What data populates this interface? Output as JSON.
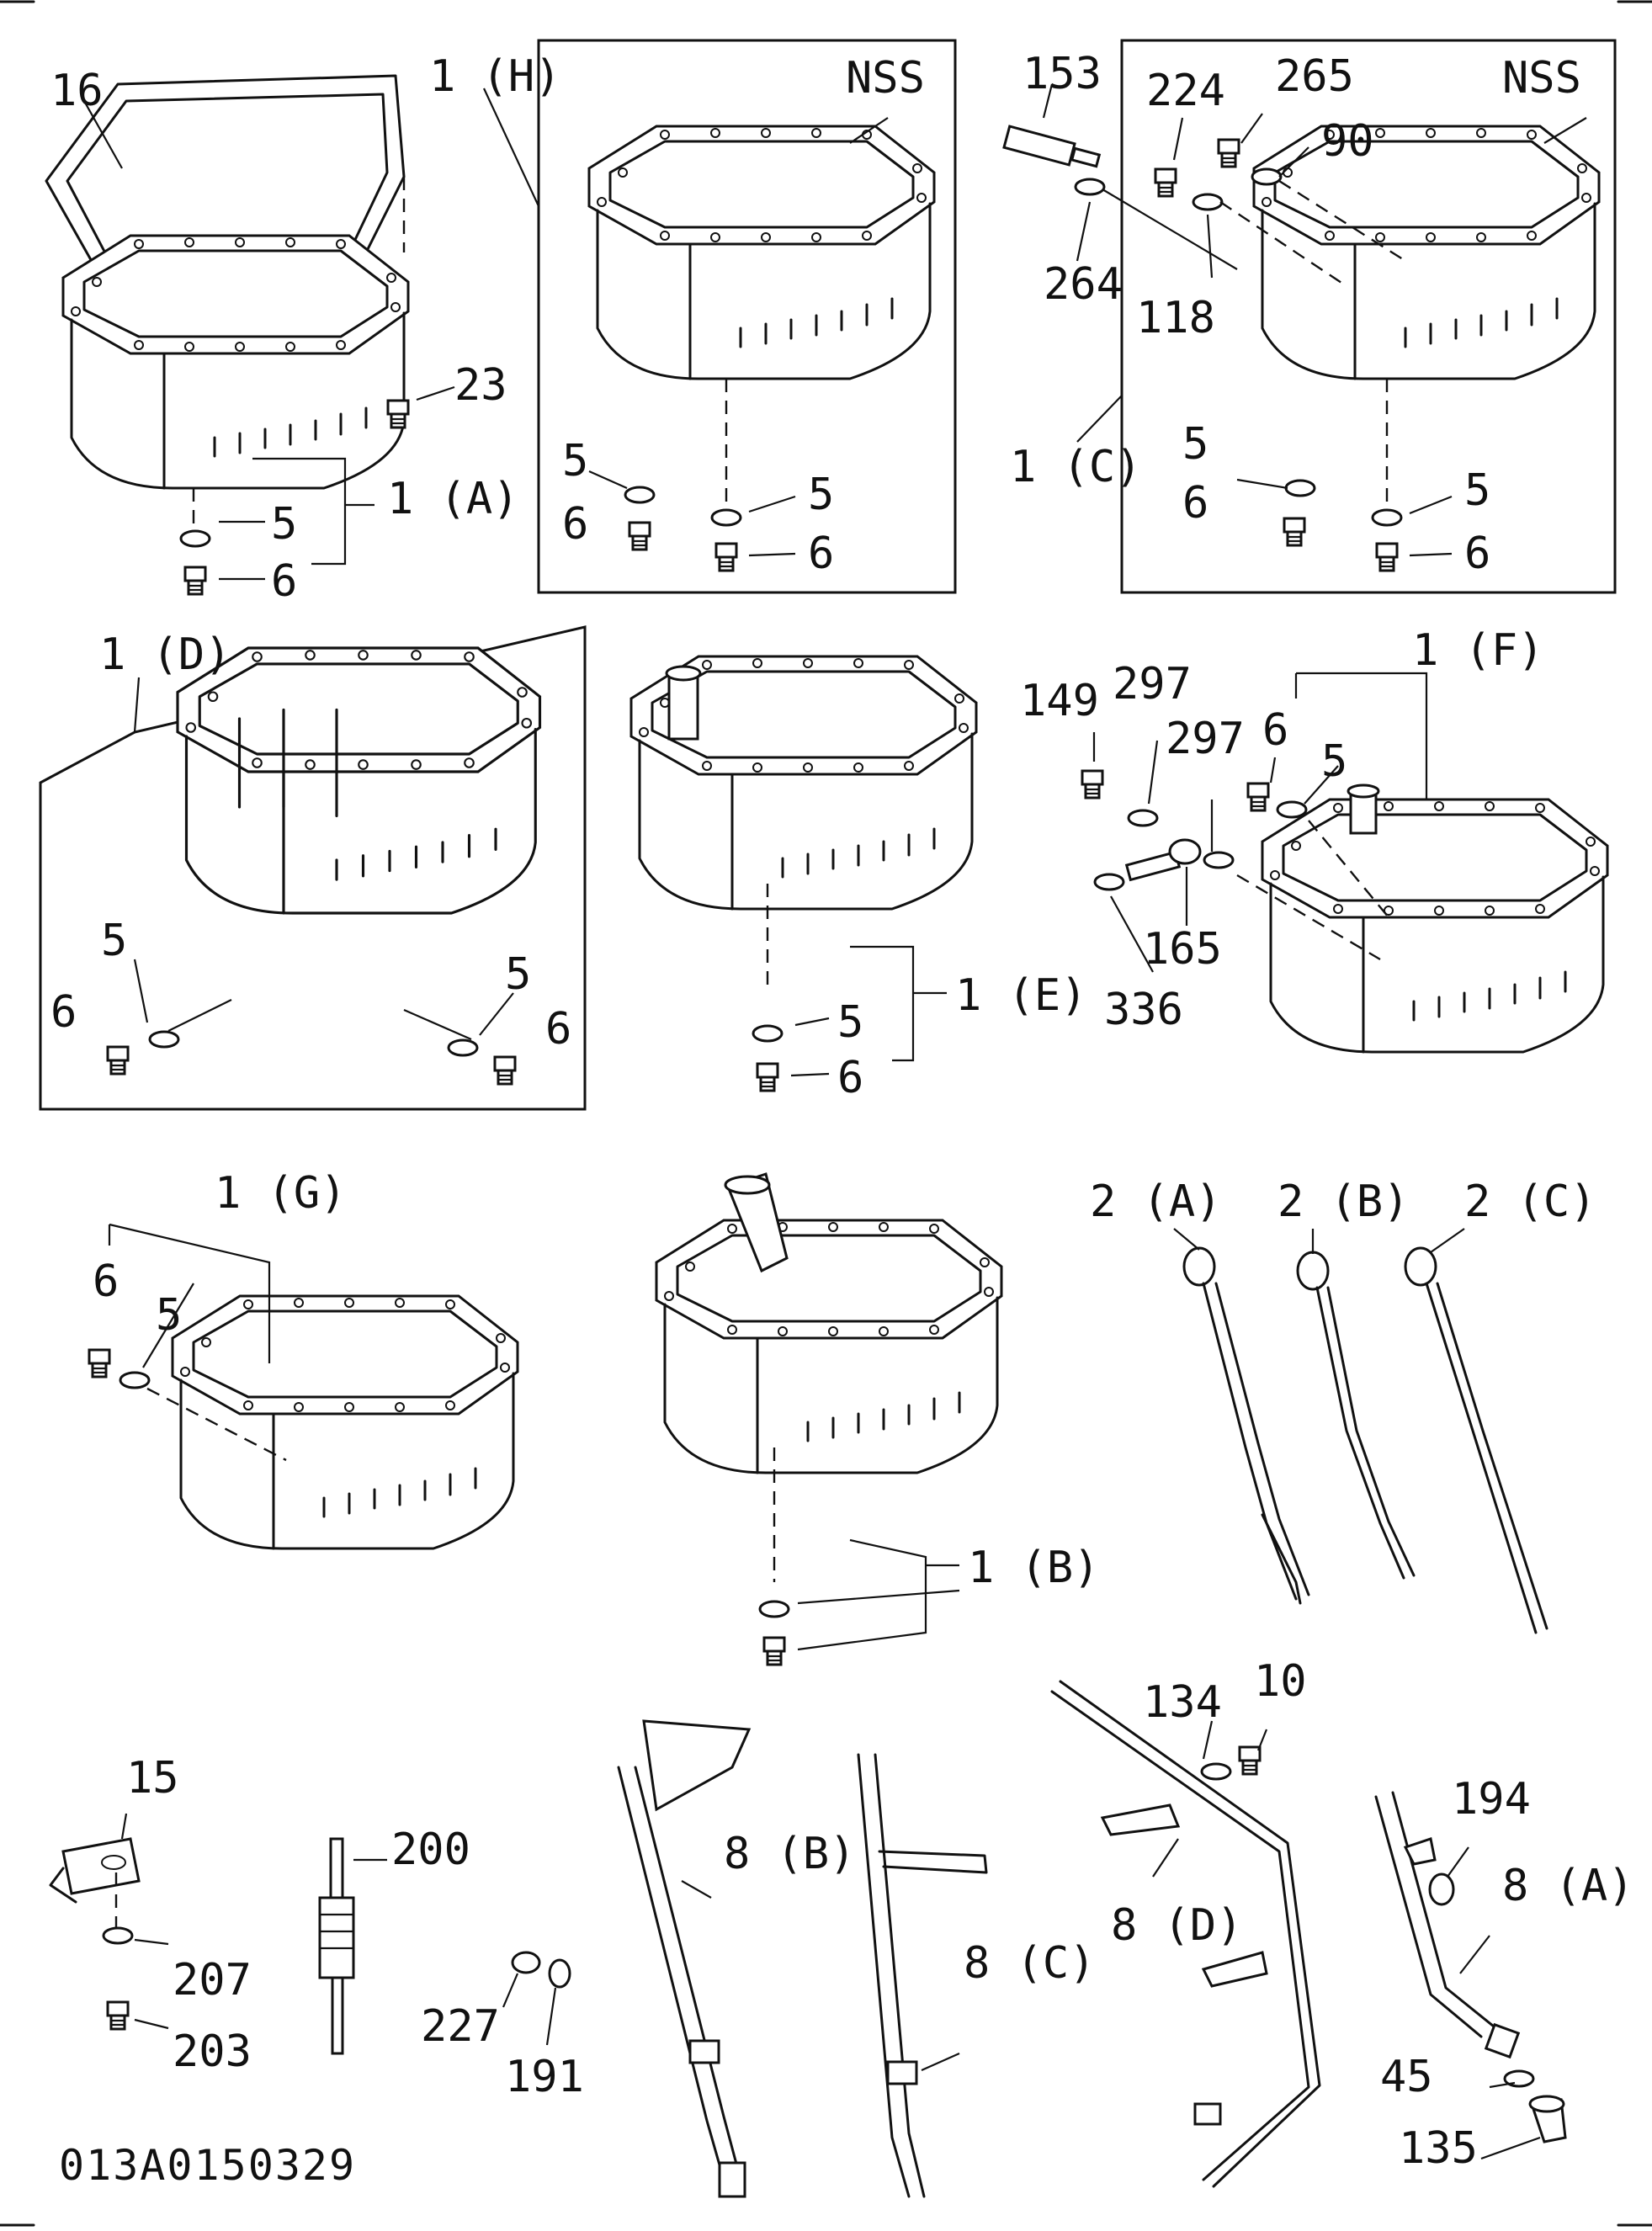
{
  "labels": {
    "p16": "16",
    "p1H": "1 (H)",
    "nss1": "NSS",
    "p153": "153",
    "p224": "224",
    "p265": "265",
    "nss2": "NSS",
    "p90": "90",
    "p264": "264",
    "p118": "118",
    "p23": "23",
    "p1A": "1 (A)",
    "p5a": "5",
    "p6a": "6",
    "p5b": "5",
    "p6b": "6",
    "p5c": "5",
    "p6c": "6",
    "p1C": "1 (C)",
    "p5d": "5",
    "p6d": "6",
    "p5e": "5",
    "p6e": "6",
    "p1D": "1 (D)",
    "p5f": "5",
    "p6f": "6",
    "p5g": "5",
    "p6g": "6",
    "p1E": "1 (E)",
    "p5h": "5",
    "p6h": "6",
    "p149": "149",
    "p297a": "297",
    "p297b": "297",
    "p1F": "1 (F)",
    "p6i": "6",
    "p5i": "5",
    "p165": "165",
    "p336": "336",
    "p1G": "1 (G)",
    "p6j": "6",
    "p5j": "5",
    "p2A": "2 (A)",
    "p2B": "2 (B)",
    "p2C": "2 (C)",
    "p1B": "1 (B)",
    "p134": "134",
    "p10": "10",
    "p15": "15",
    "p200": "200",
    "p194": "194",
    "p8B": "8 (B)",
    "p8A": "8 (A)",
    "p207": "207",
    "p8D": "8 (D)",
    "p203": "203",
    "p227": "227",
    "p8C": "8 (C)",
    "p191": "191",
    "p45": "45",
    "p135": "135"
  },
  "drawing_code": "013A0150329"
}
